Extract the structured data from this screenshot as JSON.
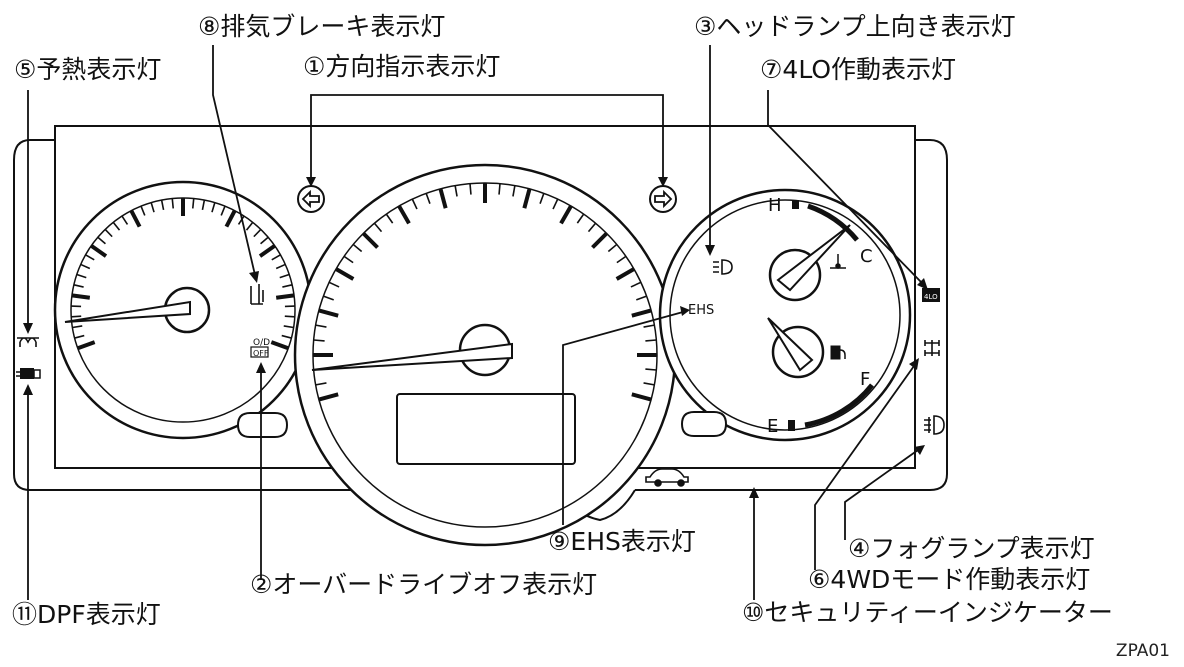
{
  "labels": {
    "l1": "①方向指示表示灯",
    "l2": "②オーバードライブオフ表示灯",
    "l3": "③ヘッドランプ上向き表示灯",
    "l4": "④フォグランプ表示灯",
    "l5": "⑤予熱表示灯",
    "l6": "⑥4WDモード作動表示灯",
    "l7": "⑦4LO作動表示灯",
    "l8": "⑧排気ブレーキ表示灯",
    "l9": "⑨EHS表示灯",
    "l10": "⑩セキュリティーインジケーター",
    "l11": "⑪DPF表示灯"
  },
  "gauge_text": {
    "ehs": "EHS",
    "temp_high": "H",
    "temp_cold": "C",
    "fuel_full": "F",
    "fuel_empty": "E",
    "od_top": "O/D",
    "od_bottom": "OFF",
    "lo4": "4LO"
  },
  "figure_code": "ZPA01",
  "icons": [
    "turn-left-arrow-icon",
    "turn-right-arrow-icon",
    "high-beam-icon",
    "fog-lamp-icon",
    "glow-plug-icon",
    "four-wd-icon",
    "four-lo-icon",
    "exhaust-brake-icon",
    "dpf-icon",
    "security-car-icon",
    "thermometer-icon",
    "fuel-pump-icon"
  ]
}
